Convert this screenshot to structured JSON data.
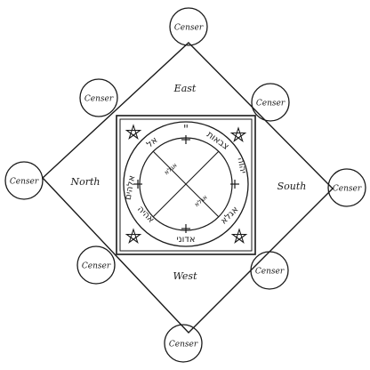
{
  "directions": {
    "east": "East",
    "west": "West",
    "north": "North",
    "south": "South"
  },
  "censers": {
    "top": "Censer",
    "upper_left": "Censer",
    "upper_right": "Censer",
    "left": "Censer",
    "right": "Censer",
    "lower_left": "Censer",
    "lower_right": "Censer",
    "bottom": "Censer"
  },
  "inner_circle": {
    "top_glyph": "יי",
    "upper_right_text": "צבאות",
    "right_text": "יהוה",
    "lower_right_text": "אגלא",
    "bottom_text": "אדוני",
    "lower_left_text": "אהיה",
    "left_text": "אלהים",
    "upper_left_text": "אל",
    "upper_quadrant_text": "אגלא",
    "lower_quadrant_text": "אגלא"
  },
  "symbols": {
    "corner_star": "pentagram-icon",
    "cross": "cross-icon"
  },
  "colors": {
    "ink": "#1a1a1a",
    "paper": "#ffffff"
  }
}
